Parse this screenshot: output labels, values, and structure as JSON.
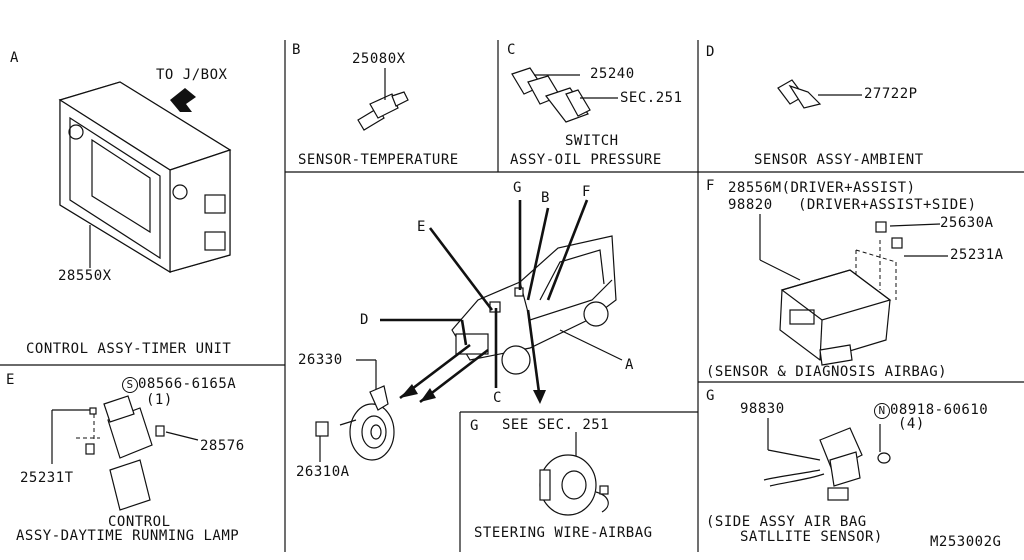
{
  "sections": {
    "A": {
      "letter": "A",
      "note": "TO J/BOX",
      "part_number": "28550X",
      "caption": "CONTROL ASSY-TIMER UNIT"
    },
    "B": {
      "letter": "B",
      "part_number": "25080X",
      "caption": "SENSOR-TEMPERATURE"
    },
    "C": {
      "letter": "C",
      "part_number": "25240",
      "ref": "SEC.251",
      "caption_line1": "SWITCH",
      "caption_line2": "ASSY-OIL PRESSURE"
    },
    "D": {
      "letter": "D",
      "part_number": "27722P",
      "caption": "SENSOR ASSY-AMBIENT"
    },
    "center": {
      "callouts": [
        "G",
        "B",
        "F",
        "E",
        "D",
        "A",
        "C"
      ],
      "horn_part": "26330",
      "bolt_part": "26310A"
    },
    "E": {
      "letter": "E",
      "screw_symbol": "S",
      "screw_part": "08566-6165A",
      "screw_qty": "(1)",
      "unit_part": "28576",
      "clip_part": "25231T",
      "caption_line1": "CONTROL",
      "caption_line2": "ASSY-DAYTIME RUNMING LAMP"
    },
    "F": {
      "letter": "F",
      "part_driver": "28556M(DRIVER+ASSIST)",
      "part_side_num": "98820",
      "part_side_desc": "(DRIVER+ASSIST+SIDE)",
      "bolt_part": "25630A",
      "clip_part": "25231A",
      "caption": "(SENSOR & DIAGNOSIS AIRBAG)"
    },
    "G_lower": {
      "letter": "G",
      "ref": "SEE SEC. 251",
      "caption": "STEERING WIRE-AIRBAG"
    },
    "G_right": {
      "letter": "G",
      "part_number": "98830",
      "nut_symbol": "N",
      "nut_part": "08918-60610",
      "nut_qty": "(4)",
      "caption_line1": "(SIDE ASSY AIR BAG",
      "caption_line2": "SATLLITE SENSOR)"
    },
    "drawing_number": "M253002G"
  }
}
